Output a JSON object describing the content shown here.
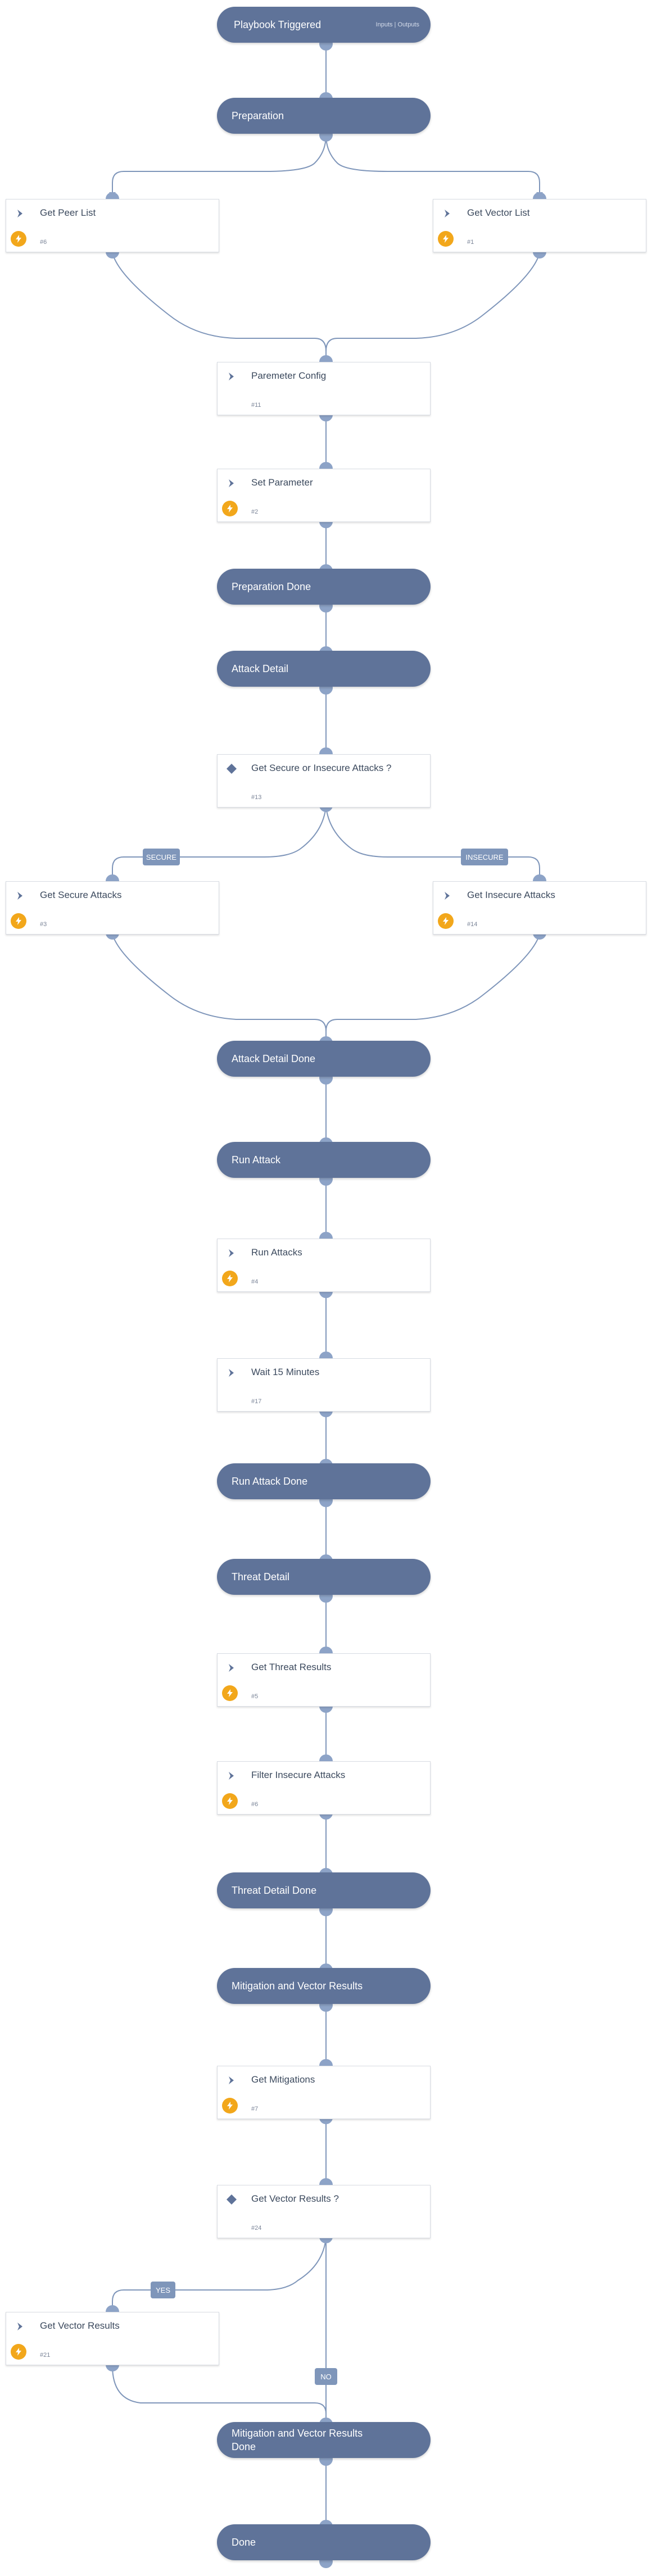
{
  "colors": {
    "section": "#5f7399",
    "wire": "#7f96ba",
    "port": "#8da3c7",
    "bolt": "#f2a71b",
    "text": "#3c4a5e",
    "muted": "#7b8598"
  },
  "sections": {
    "triggered": {
      "label": "Playbook Triggered",
      "io": "Inputs | Outputs"
    },
    "preparation": "Preparation",
    "preparation_done": "Preparation Done",
    "attack_detail": "Attack Detail",
    "attack_detail_done": "Attack Detail Done",
    "run_attack": "Run Attack",
    "run_attack_done": "Run Attack Done",
    "threat_detail": "Threat Detail",
    "threat_detail_done": "Threat Detail Done",
    "mitigation": "Mitigation and Vector Results",
    "mitigation_done_1": "Mitigation and Vector Results",
    "mitigation_done_2": "Done",
    "done": "Done"
  },
  "tasks": {
    "get_peer_list": {
      "title": "Get Peer List",
      "num": "#6",
      "icon": "bolt-icon"
    },
    "get_vector_list": {
      "title": "Get Vector List",
      "num": "#1",
      "icon": "bolt-icon"
    },
    "parameter_config": {
      "title": "Paremeter Config",
      "num": "#11",
      "icon": "chevron-icon"
    },
    "set_parameter": {
      "title": "Set Parameter",
      "num": "#2",
      "icon": "bolt-icon"
    },
    "secure_or_insecure": {
      "title": "Get Secure or Insecure Attacks ?",
      "num": "#13",
      "icon": "diamond-icon"
    },
    "get_secure_attacks": {
      "title": "Get Secure Attacks",
      "num": "#3",
      "icon": "bolt-icon"
    },
    "get_insecure_attacks": {
      "title": "Get Insecure Attacks",
      "num": "#14",
      "icon": "bolt-icon"
    },
    "run_attacks": {
      "title": "Run Attacks",
      "num": "#4",
      "icon": "bolt-icon"
    },
    "wait_15": {
      "title": "Wait 15 Minutes",
      "num": "#17",
      "icon": "chevron-icon"
    },
    "get_threat_results": {
      "title": "Get Threat Results",
      "num": "#5",
      "icon": "bolt-icon"
    },
    "filter_insecure": {
      "title": "Filter Insecure Attacks",
      "num": "#6",
      "icon": "bolt-icon"
    },
    "get_mitigations": {
      "title": "Get Mitigations",
      "num": "#7",
      "icon": "bolt-icon"
    },
    "get_vector_results_q": {
      "title": "Get Vector Results ?",
      "num": "#24",
      "icon": "diamond-icon"
    },
    "get_vector_results": {
      "title": "Get Vector Results",
      "num": "#21",
      "icon": "bolt-icon"
    }
  },
  "labels": {
    "secure": "SECURE",
    "insecure": "INSECURE",
    "yes": "YES",
    "no": "NO"
  }
}
